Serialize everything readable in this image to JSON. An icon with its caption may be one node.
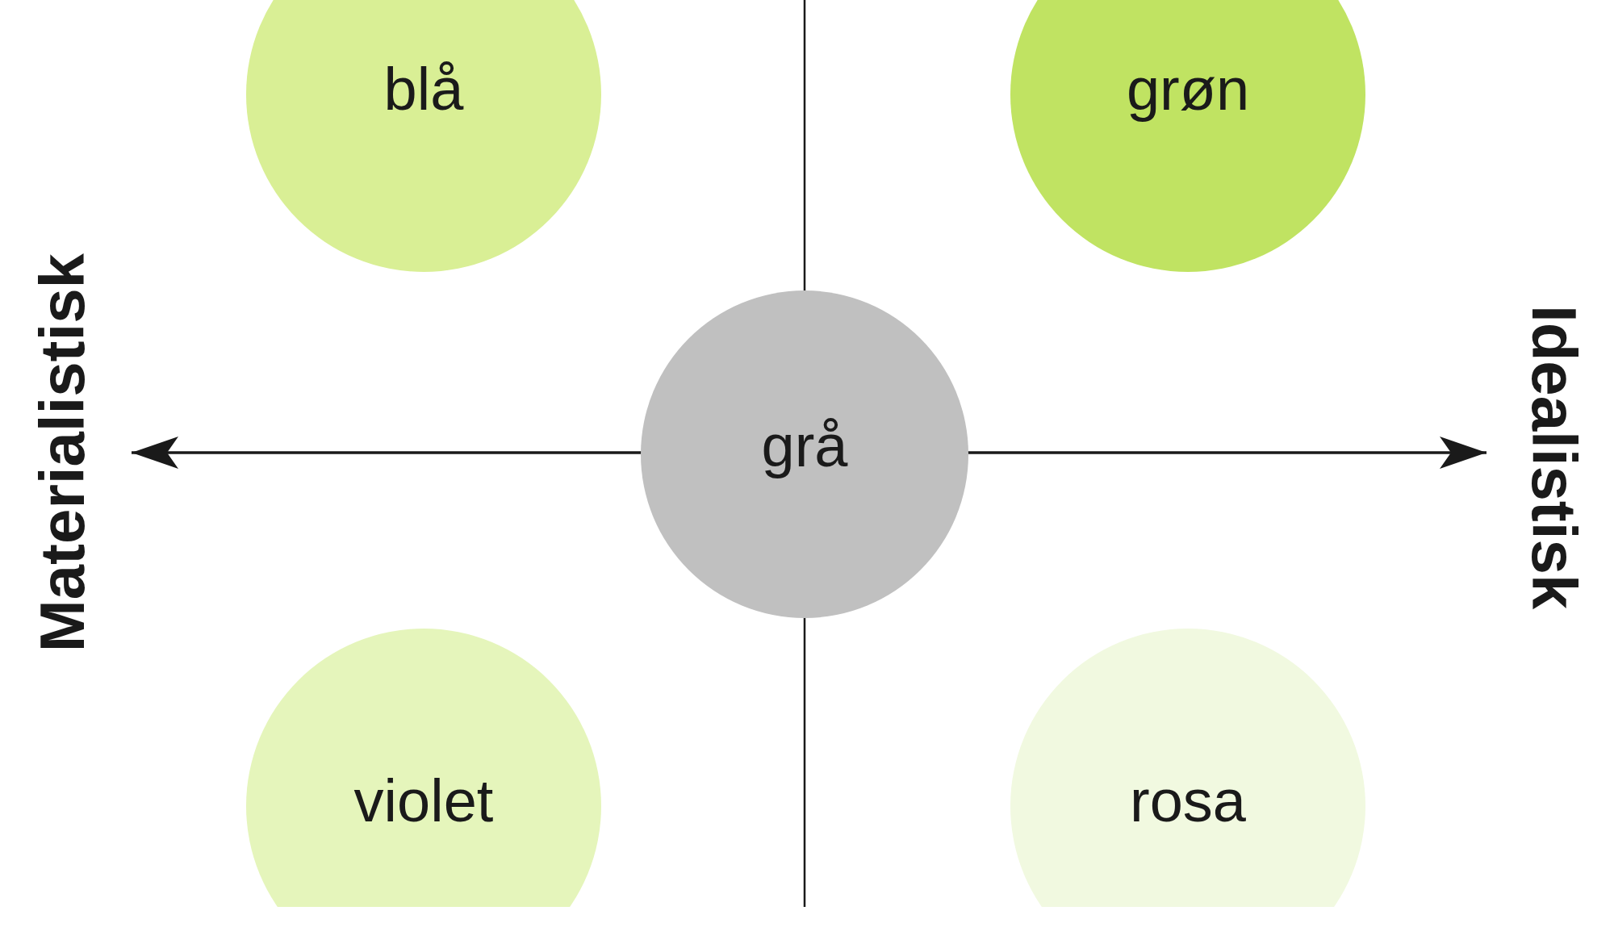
{
  "diagram": {
    "nodes": [
      {
        "text": [
          "blå"
        ]
      },
      {
        "text": [
          "grøn"
        ]
      },
      {
        "text": [
          "grå"
        ]
      },
      {
        "text": [
          "violet"
        ]
      },
      {
        "text": [
          "rosa"
        ]
      }
    ],
    "labels": [
      "Materialistisk",
      "Idealistisk"
    ]
  }
}
